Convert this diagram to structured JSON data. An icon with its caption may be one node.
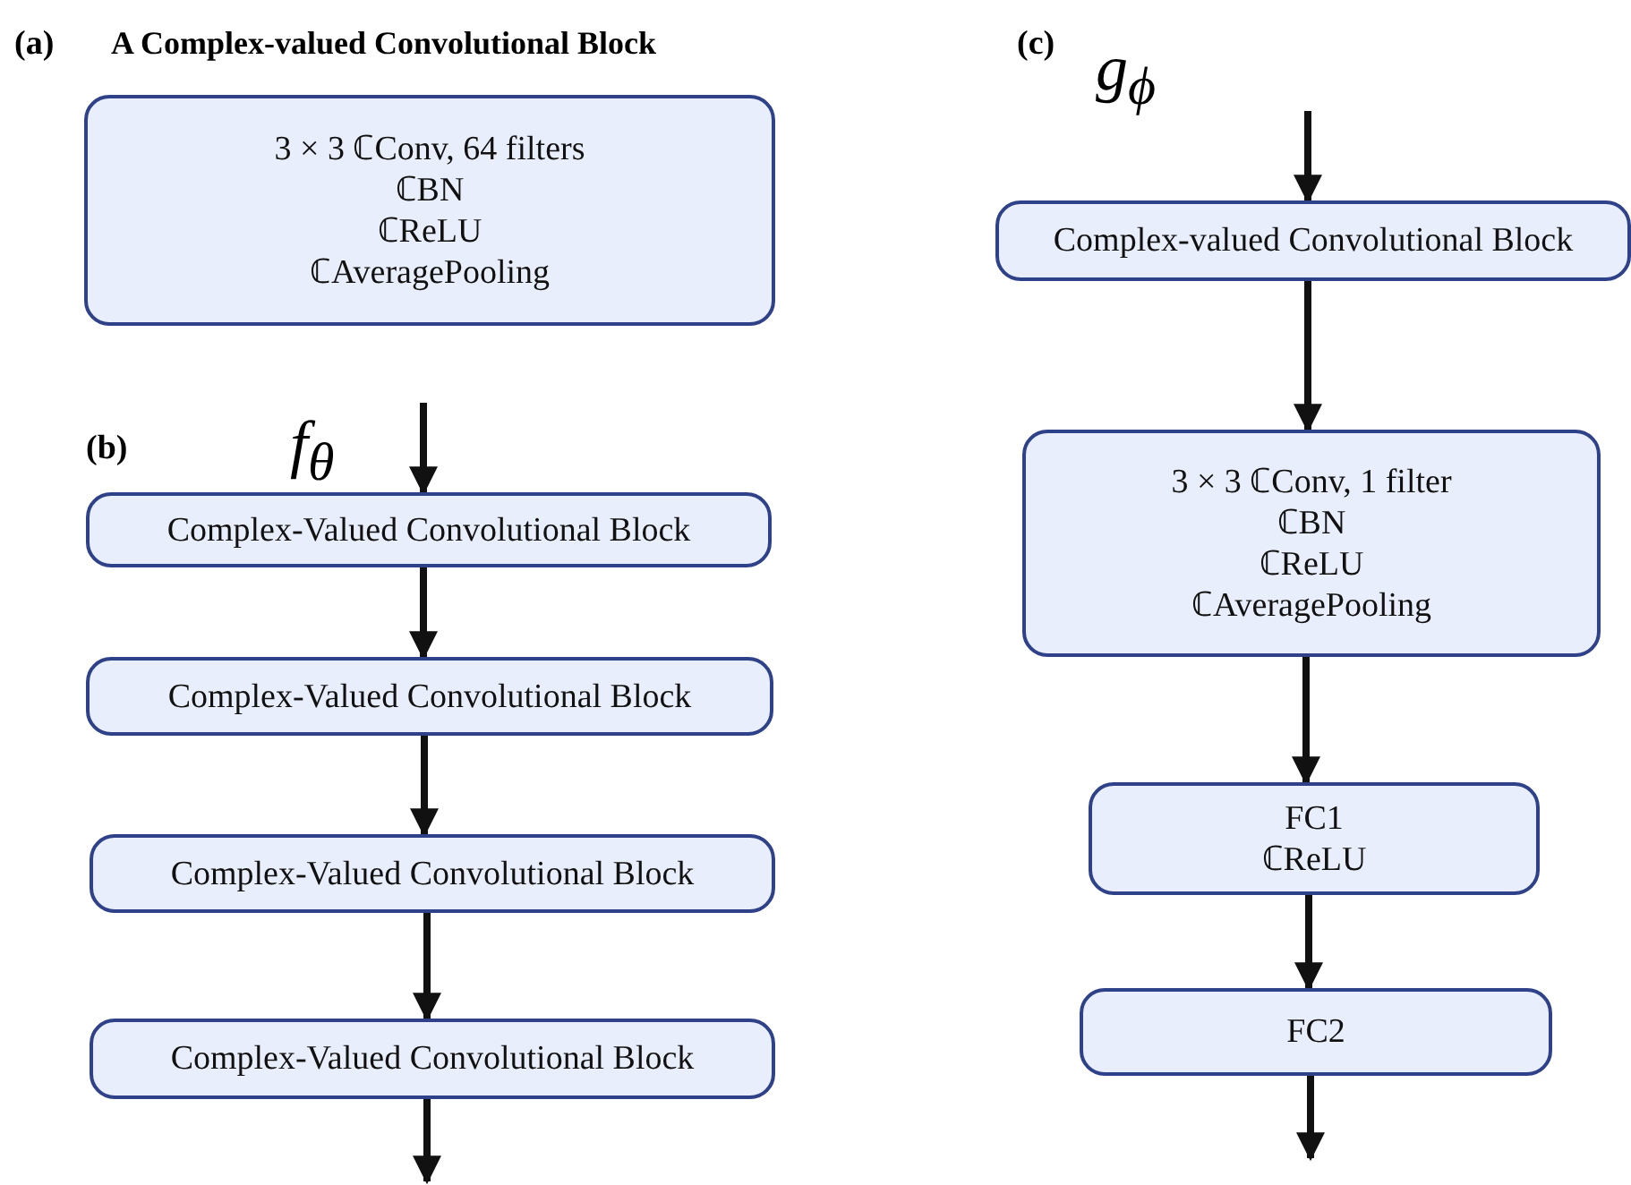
{
  "diagram": {
    "nodes": [
      {
        "text": [
          "3 × 3 ℂConv, 64 filters",
          "ℂBN",
          "ℂReLU",
          "ℂAveragePooling"
        ]
      },
      {
        "text": [
          "Complex-Valued Convolutional Block"
        ]
      },
      {
        "text": [
          "Complex-Valued Convolutional Block"
        ]
      },
      {
        "text": [
          "Complex-Valued Convolutional Block"
        ]
      },
      {
        "text": [
          "Complex-Valued Convolutional Block"
        ]
      },
      {
        "text": [
          "Complex-valued Convolutional Block"
        ]
      },
      {
        "text": [
          "3 × 3 ℂConv, 1 filter",
          "ℂBN",
          "ℂReLU",
          "ℂAveragePooling"
        ]
      },
      {
        "text": [
          "FC1",
          "ℂReLU"
        ]
      },
      {
        "text": [
          "FC2"
        ]
      }
    ],
    "edges": [
      {
        "from": null,
        "to": 1,
        "arrow": "to"
      },
      {
        "from": 1,
        "to": 2,
        "arrow": "to"
      },
      {
        "from": 2,
        "to": 3,
        "arrow": "to"
      },
      {
        "from": 3,
        "to": 4,
        "arrow": "to"
      },
      {
        "from": 4,
        "to": null,
        "arrow": "to"
      },
      {
        "from": null,
        "to": 5,
        "arrow": "to"
      },
      {
        "from": 5,
        "to": 6,
        "arrow": "to"
      },
      {
        "from": 6,
        "to": 7,
        "arrow": "to"
      },
      {
        "from": 7,
        "to": 8,
        "arrow": "to"
      },
      {
        "from": 8,
        "to": null,
        "arrow": "to"
      }
    ],
    "labels": [
      "(a)",
      "A Complex-valued Convolutional Block",
      "(c)",
      "g$_{ϕ}$",
      "f$_{θ}$",
      "(b)"
    ]
  }
}
